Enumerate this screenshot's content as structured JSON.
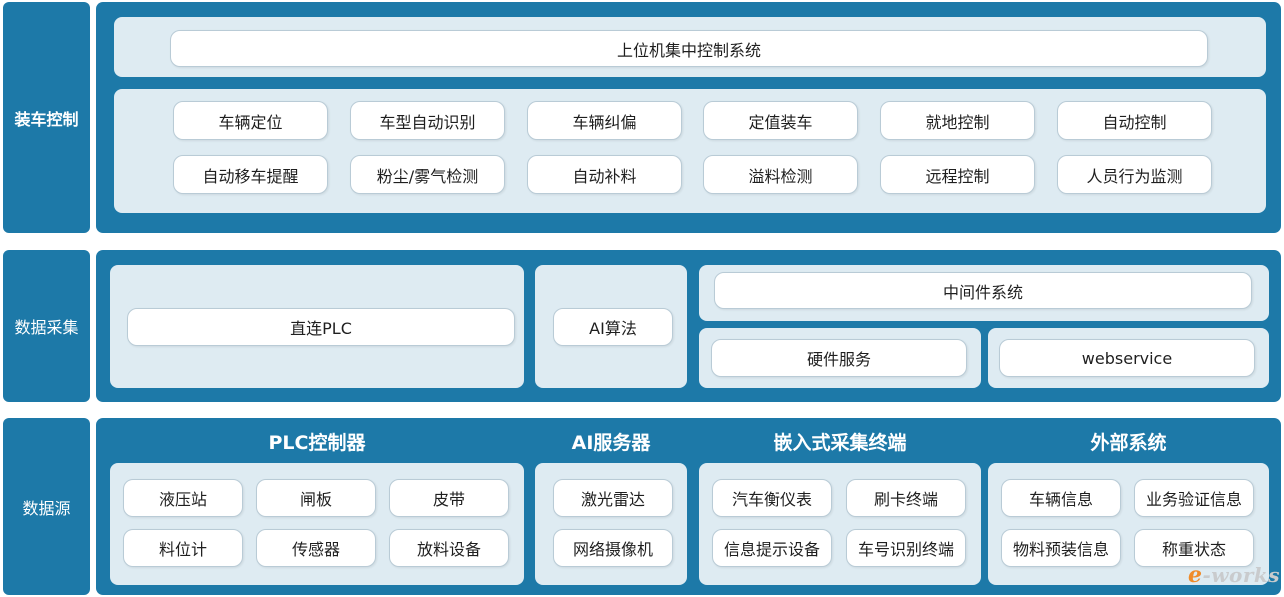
{
  "layers": {
    "control": {
      "label": "装车控制",
      "top_bar": "上位机集中控制系统",
      "items": [
        "车辆定位",
        "车型自动识别",
        "车辆纠偏",
        "定值装车",
        "就地控制",
        "自动控制",
        "自动移车提醒",
        "粉尘/雾气检测",
        "自动补料",
        "溢料检测",
        "远程控制",
        "人员行为监测"
      ]
    },
    "collection": {
      "label": "数据采集",
      "plc": "直连PLC",
      "ai": "AI算法",
      "middleware": "中间件系统",
      "hardware": "硬件服务",
      "webservice": "webservice"
    },
    "source": {
      "label": "数据源",
      "groups": [
        {
          "title": "PLC控制器",
          "items": [
            "液压站",
            "闸板",
            "皮带",
            "料位计",
            "传感器",
            "放料设备"
          ]
        },
        {
          "title": "AI服务器",
          "items": [
            "激光雷达",
            "网络摄像机"
          ]
        },
        {
          "title": "嵌入式采集终端",
          "items": [
            "汽车衡仪表",
            "刷卡终端",
            "信息提示设备",
            "车号识别终端"
          ]
        },
        {
          "title": "外部系统",
          "items": [
            "车辆信息",
            "业务验证信息",
            "物料预装信息",
            "称重状态"
          ]
        }
      ]
    }
  },
  "watermark": {
    "prefix": "e",
    "text": "-works"
  },
  "colors": {
    "frame": "#1d79a8",
    "panel": "#deebf2",
    "pill": "#ffffff",
    "watermark_accent": "#f08c2a"
  }
}
